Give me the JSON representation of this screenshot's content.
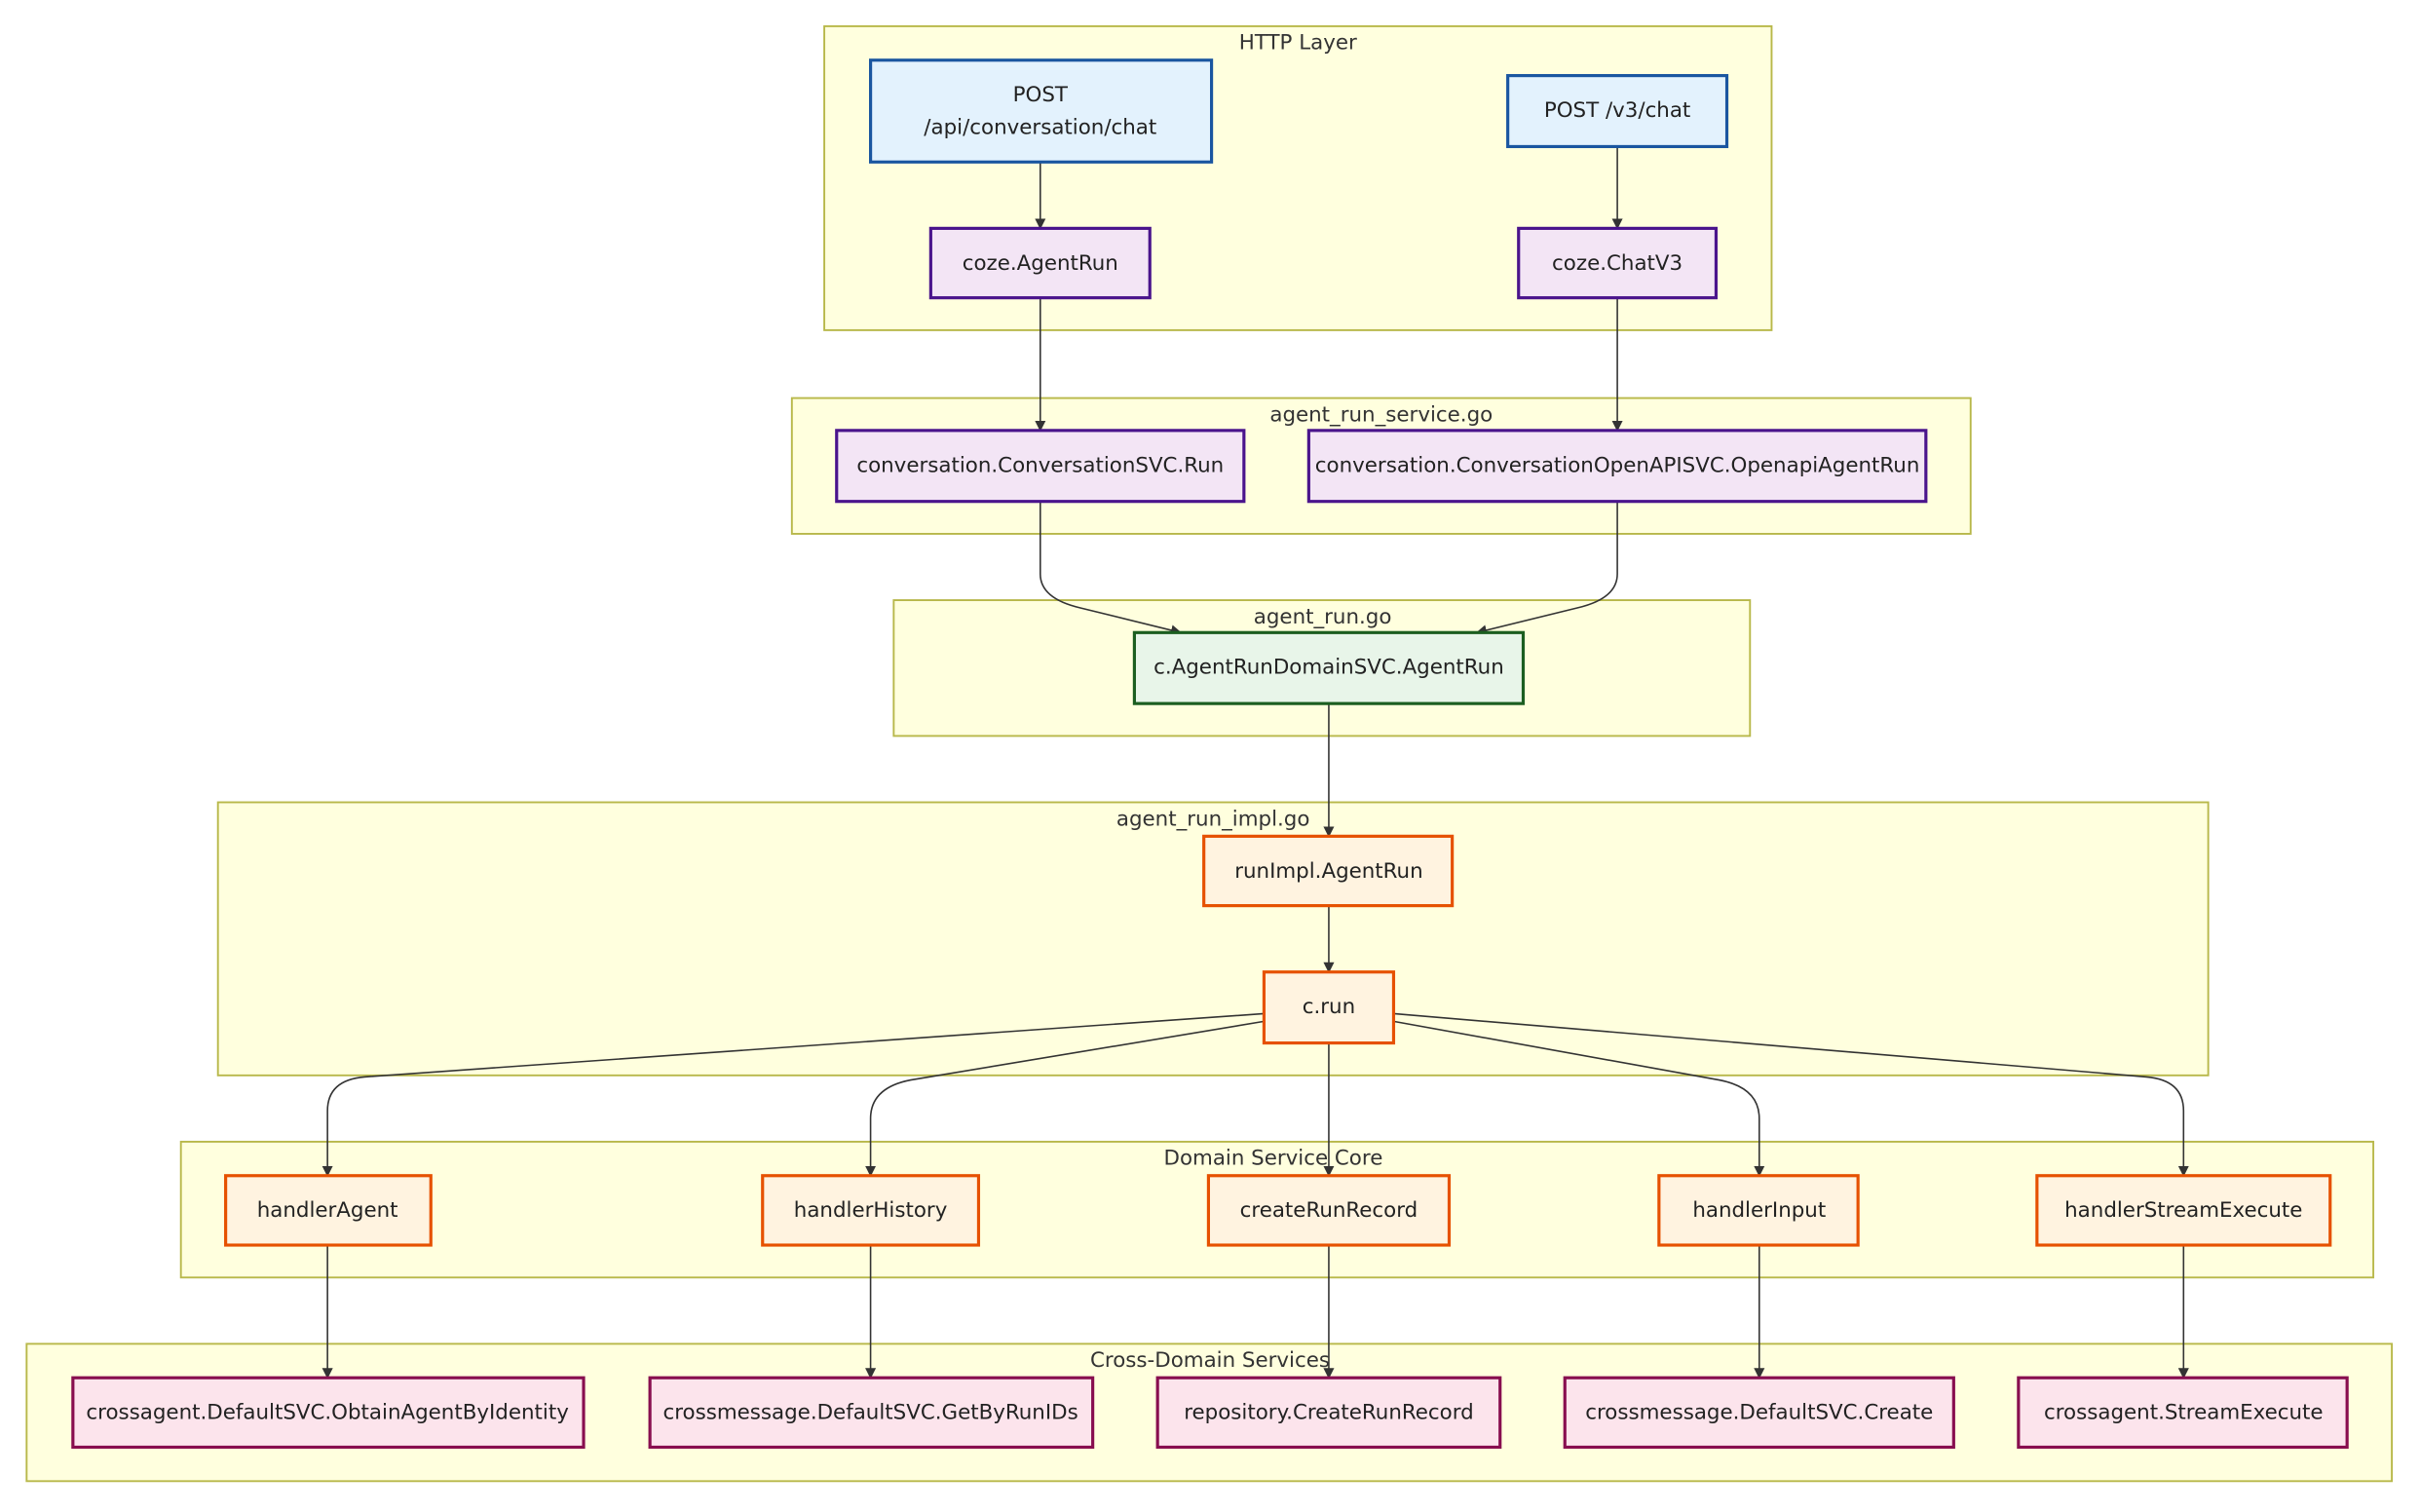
{
  "clusters": {
    "http": "HTTP Layer",
    "service": "agent_run_service.go",
    "agent_run": "agent_run.go",
    "impl": "agent_run_impl.go",
    "domain": "Domain Service Core",
    "cross": "Cross-Domain Services"
  },
  "nodes": {
    "post_chat_1": "POST",
    "post_chat_2": "/api/conversation/chat",
    "post_v3": "POST /v3/chat",
    "coze_agentrun": "coze.AgentRun",
    "coze_chatv3": "coze.ChatV3",
    "conv_run": "conversation.ConversationSVC.Run",
    "conv_openapi": "conversation.ConversationOpenAPISVC.OpenapiAgentRun",
    "domain_agentrun": "c.AgentRunDomainSVC.AgentRun",
    "runimpl": "runImpl.AgentRun",
    "crun": "c.run",
    "handler_agent": "handlerAgent",
    "handler_history": "handlerHistory",
    "create_run_record": "createRunRecord",
    "handler_input": "handlerInput",
    "handler_stream": "handlerStreamExecute",
    "obtain_agent": "crossagent.DefaultSVC.ObtainAgentByIdentity",
    "get_by_runids": "crossmessage.DefaultSVC.GetByRunIDs",
    "repo_create": "repository.CreateRunRecord",
    "msg_create": "crossmessage.DefaultSVC.Create",
    "stream_execute": "crossagent.StreamExecute"
  },
  "colors": {
    "http_fill": "#e3f2fd",
    "http_stroke": "#1a56a0",
    "app_fill": "#f3e5f5",
    "app_stroke": "#4a148c",
    "domain_fill": "#e8f5e9",
    "domain_stroke": "#1b5e20",
    "core_fill": "#fff3e0",
    "core_stroke": "#e65100",
    "cross_fill": "#fce4ec",
    "cross_stroke": "#880e4f"
  }
}
